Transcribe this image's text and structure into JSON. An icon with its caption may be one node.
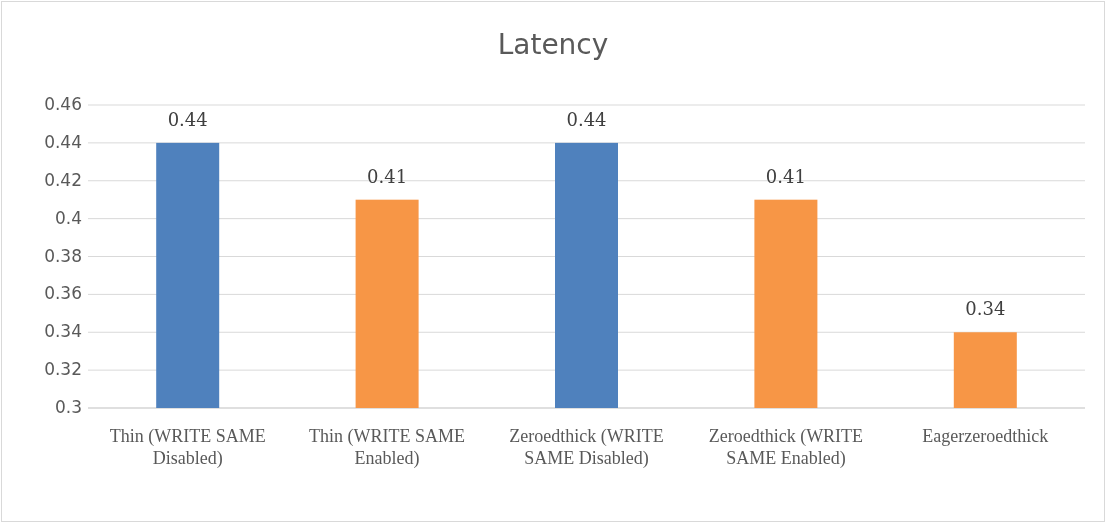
{
  "diagram": {
    "chart_data": {
      "type": "bar",
      "title": "Latency",
      "grid": true,
      "categories": [
        "Thin (WRITE SAME Disabled)",
        "Thin (WRITE SAME Enabled)",
        "Zeroedthick (WRITE SAME Disabled)",
        "Zeroedthick (WRITE SAME Enabled)",
        "Eagerzeroedthick"
      ],
      "series": [
        {
          "color": "#4f81bd",
          "values": [
            0.44,
            null,
            0.44,
            null,
            null
          ]
        },
        {
          "color": "#f79646",
          "values": [
            null,
            0.41,
            null,
            0.41,
            0.34
          ]
        }
      ],
      "ylim": [
        0.3,
        0.46
      ],
      "yticks": [
        0.3,
        0.32,
        0.34,
        0.36,
        0.38,
        0.4,
        0.42,
        0.44,
        0.46
      ],
      "data_labels": true
    }
  }
}
